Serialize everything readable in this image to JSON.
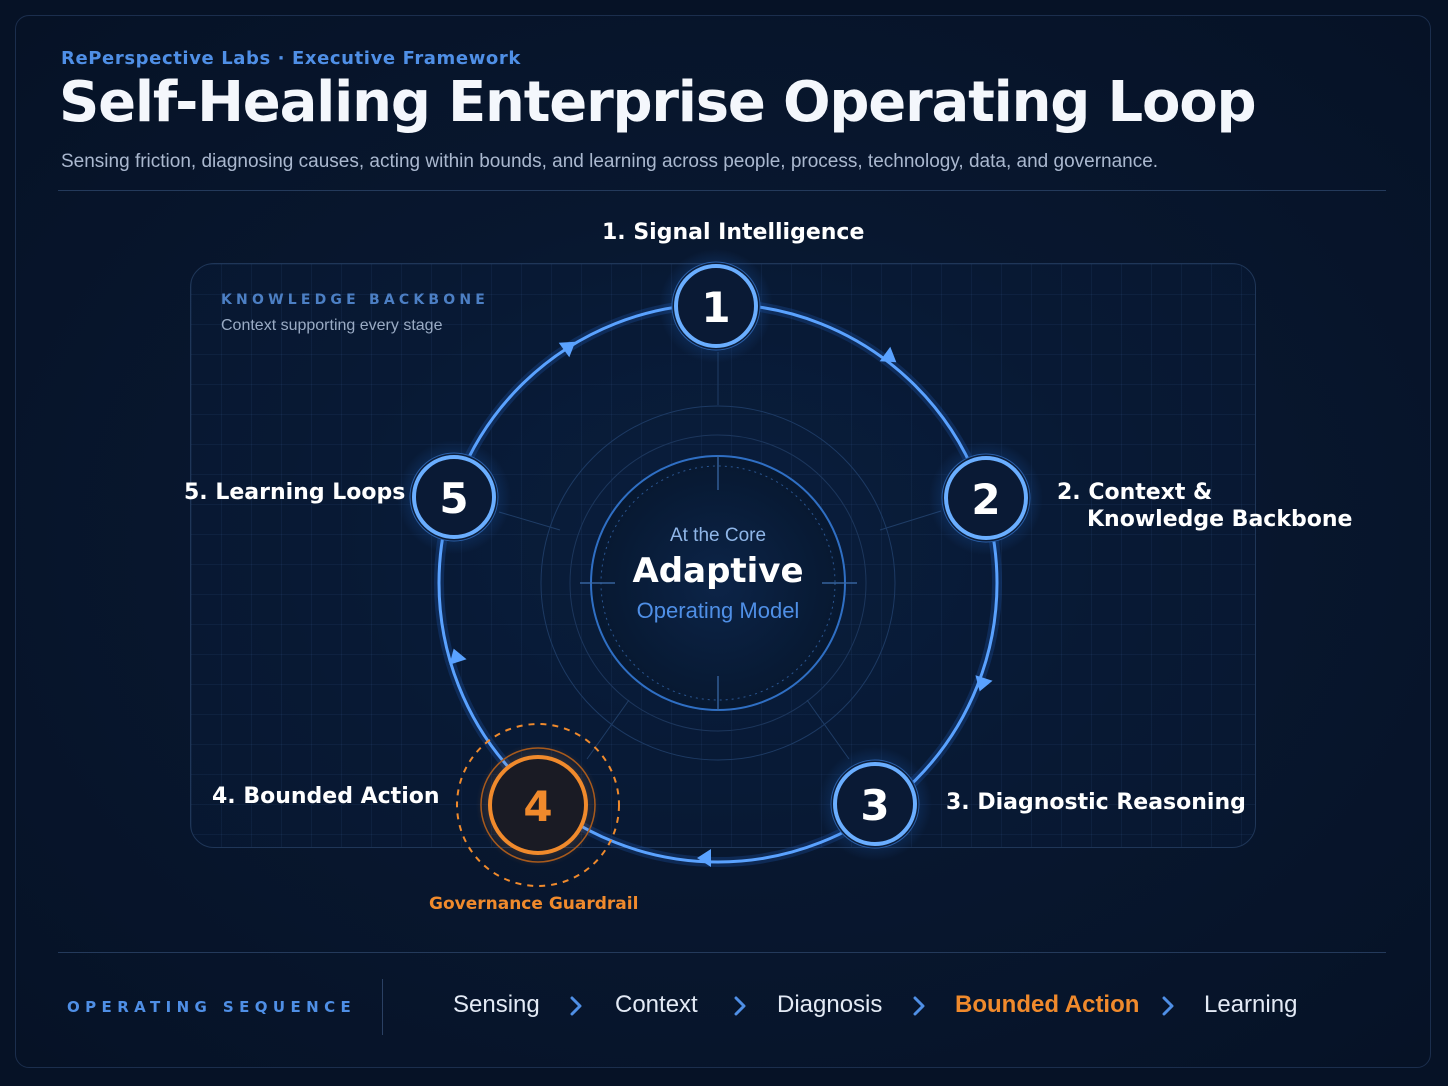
{
  "header": {
    "brand": "RePerspective Labs  ·  Executive Framework",
    "title": "Self-Healing Enterprise Operating Loop",
    "subtitle": "Sensing friction, diagnosing causes, acting within bounds, and learning across people, process, technology, data, and governance."
  },
  "knowledge_backbone": {
    "label": "KNOWLEDGE BACKBONE",
    "caption": "Context supporting every stage"
  },
  "core": {
    "eyebrow": "At the Core",
    "title": "Adaptive",
    "subtitle": "Operating Model"
  },
  "stages": [
    {
      "number": "1",
      "label": "1. Signal Intelligence"
    },
    {
      "number": "2",
      "label_line1": "2. Context &",
      "label_line2": "Knowledge Backbone"
    },
    {
      "number": "3",
      "label": "3. Diagnostic Reasoning"
    },
    {
      "number": "4",
      "label": "4. Bounded Action",
      "note": "Governance Guardrail"
    },
    {
      "number": "5",
      "label": "5. Learning Loops"
    }
  ],
  "sequence": {
    "label": "OPERATING SEQUENCE",
    "steps": [
      "Sensing",
      "Context",
      "Diagnosis",
      "Bounded Action",
      "Learning"
    ],
    "active_index": 3
  },
  "colors": {
    "background": "#061226",
    "accent_blue": "#4f8fe6",
    "ring_blue": "#5aa2ff",
    "accent_orange": "#f08a2c",
    "text_primary": "#ffffff",
    "text_muted": "#aab8cf"
  }
}
